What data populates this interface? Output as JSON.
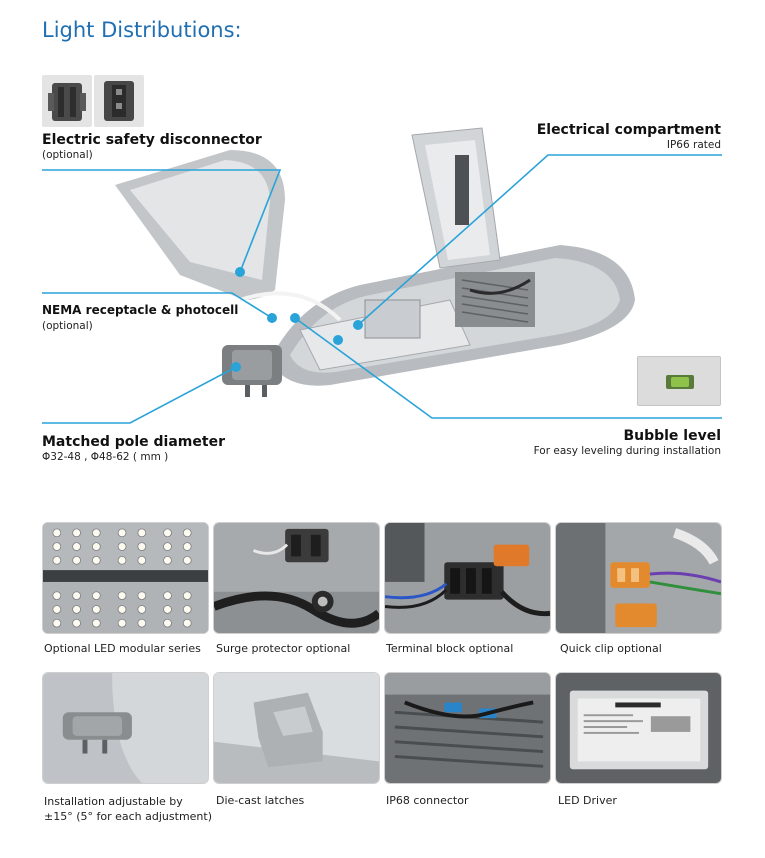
{
  "page": {
    "title": "Light Distributions:"
  },
  "callouts": {
    "disconnector": {
      "title": "Electric safety disconnector",
      "sub": "(optional)"
    },
    "electrical": {
      "title": "Electrical compartment",
      "sub": "IP66 rated"
    },
    "nema": {
      "title": "NEMA receptacle & photocell",
      "sub": "(optional)"
    },
    "pole": {
      "title": "Matched pole diameter",
      "sub": "Φ32-48 , Φ48-62 ( mm )"
    },
    "bubble": {
      "title": "Bubble level",
      "sub": "For easy leveling during installation"
    }
  },
  "features": [
    {
      "label": "Optional LED modular series"
    },
    {
      "label": "Surge protector optional"
    },
    {
      "label": "Terminal block optional"
    },
    {
      "label": "Quick clip optional"
    },
    {
      "label": "Installation adjustable by ±15° (5° for each adjustment)"
    },
    {
      "label": "Die-cast latches"
    },
    {
      "label": "IP68 connector"
    },
    {
      "label": "LED Driver"
    }
  ],
  "colors": {
    "title_blue": "#1f6fb2",
    "leader_blue": "#29a3d8"
  }
}
